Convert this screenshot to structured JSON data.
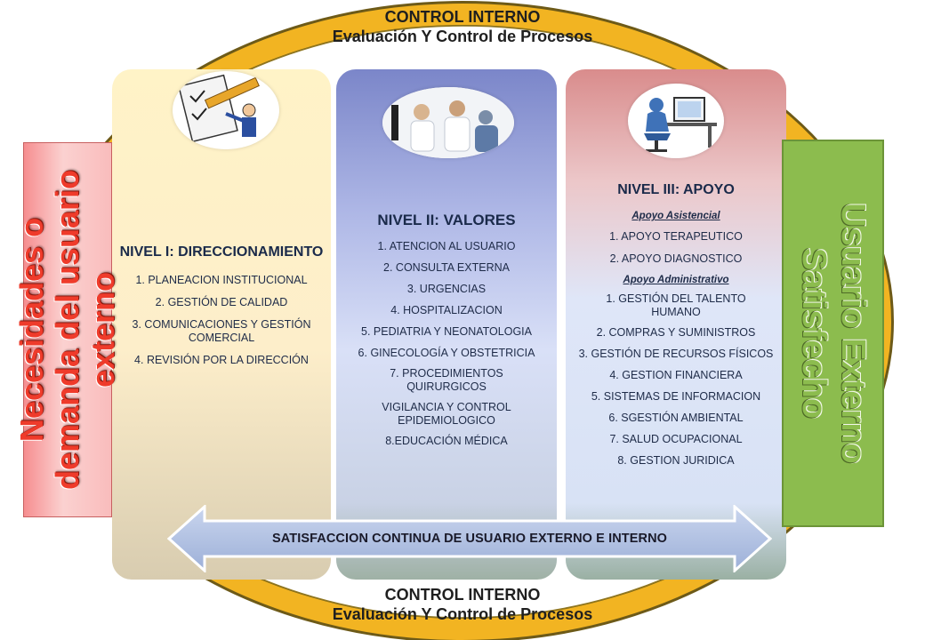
{
  "header": {
    "title": "CONTROL INTERNO",
    "subtitle": "Evaluación Y Control de Procesos"
  },
  "footer": {
    "title": "CONTROL INTERNO",
    "subtitle": "Evaluación Y Control de Procesos"
  },
  "left_box": {
    "text": "Necesidades o demanda del usuario externo"
  },
  "right_box": {
    "text": "Usuario Externo Satisfecho"
  },
  "levels": [
    {
      "title": "NIVEL I: DIRECCIONAMIENTO",
      "items": [
        "1. PLANEACION INSTITUCIONAL",
        "2.  GESTIÓN DE CALIDAD",
        "3. COMUNICACIONES Y GESTIÓN COMERCIAL",
        "4. REVISIÓN POR LA DIRECCIÓN"
      ]
    },
    {
      "title": "NIVEL II: VALORES",
      "items": [
        "1.  ATENCION AL USUARIO",
        "2. CONSULTA EXTERNA",
        "3. URGENCIAS",
        "4.  HOSPITALIZACION",
        "5.  PEDIATRIA Y NEONATOLOGIA",
        "6.  GINECOLOGÍA Y OBSTETRICIA",
        "7.    PROCEDIMIENTOS QUIRURGICOS",
        "VIGILANCIA Y CONTROL EPIDEMIOLOGICO",
        "8.EDUCACIÓN MÉDICA"
      ]
    },
    {
      "title": "NIVEL III: APOYO",
      "groups": [
        {
          "heading": "Apoyo Asistencial",
          "items": [
            "1. APOYO TERAPEUTICO",
            "2. APOYO DIAGNOSTICO"
          ]
        },
        {
          "heading": "Apoyo Administrativo",
          "items": [
            "1. GESTIÓN DEL TALENTO HUMANO",
            "2. COMPRAS Y SUMINISTROS",
            "3. GESTIÓN DE RECURSOS FÍSICOS",
            "4. GESTION FINANCIERA",
            "5. SISTEMAS DE INFORMACION",
            "6. SGESTIÓN AMBIENTAL",
            "7. SALUD OCUPACIONAL",
            "8. GESTION JURIDICA"
          ]
        }
      ]
    }
  ],
  "arrow": {
    "text": "SATISFACCION CONTINUA DE USUARIO EXTERNO E  INTERNO"
  },
  "colors": {
    "ring": "#f2b422",
    "left_box": "#f9b4b4",
    "left_text": "#ef3b2b",
    "right_box": "#8cbc4e",
    "arrow": "#aebfe0"
  }
}
